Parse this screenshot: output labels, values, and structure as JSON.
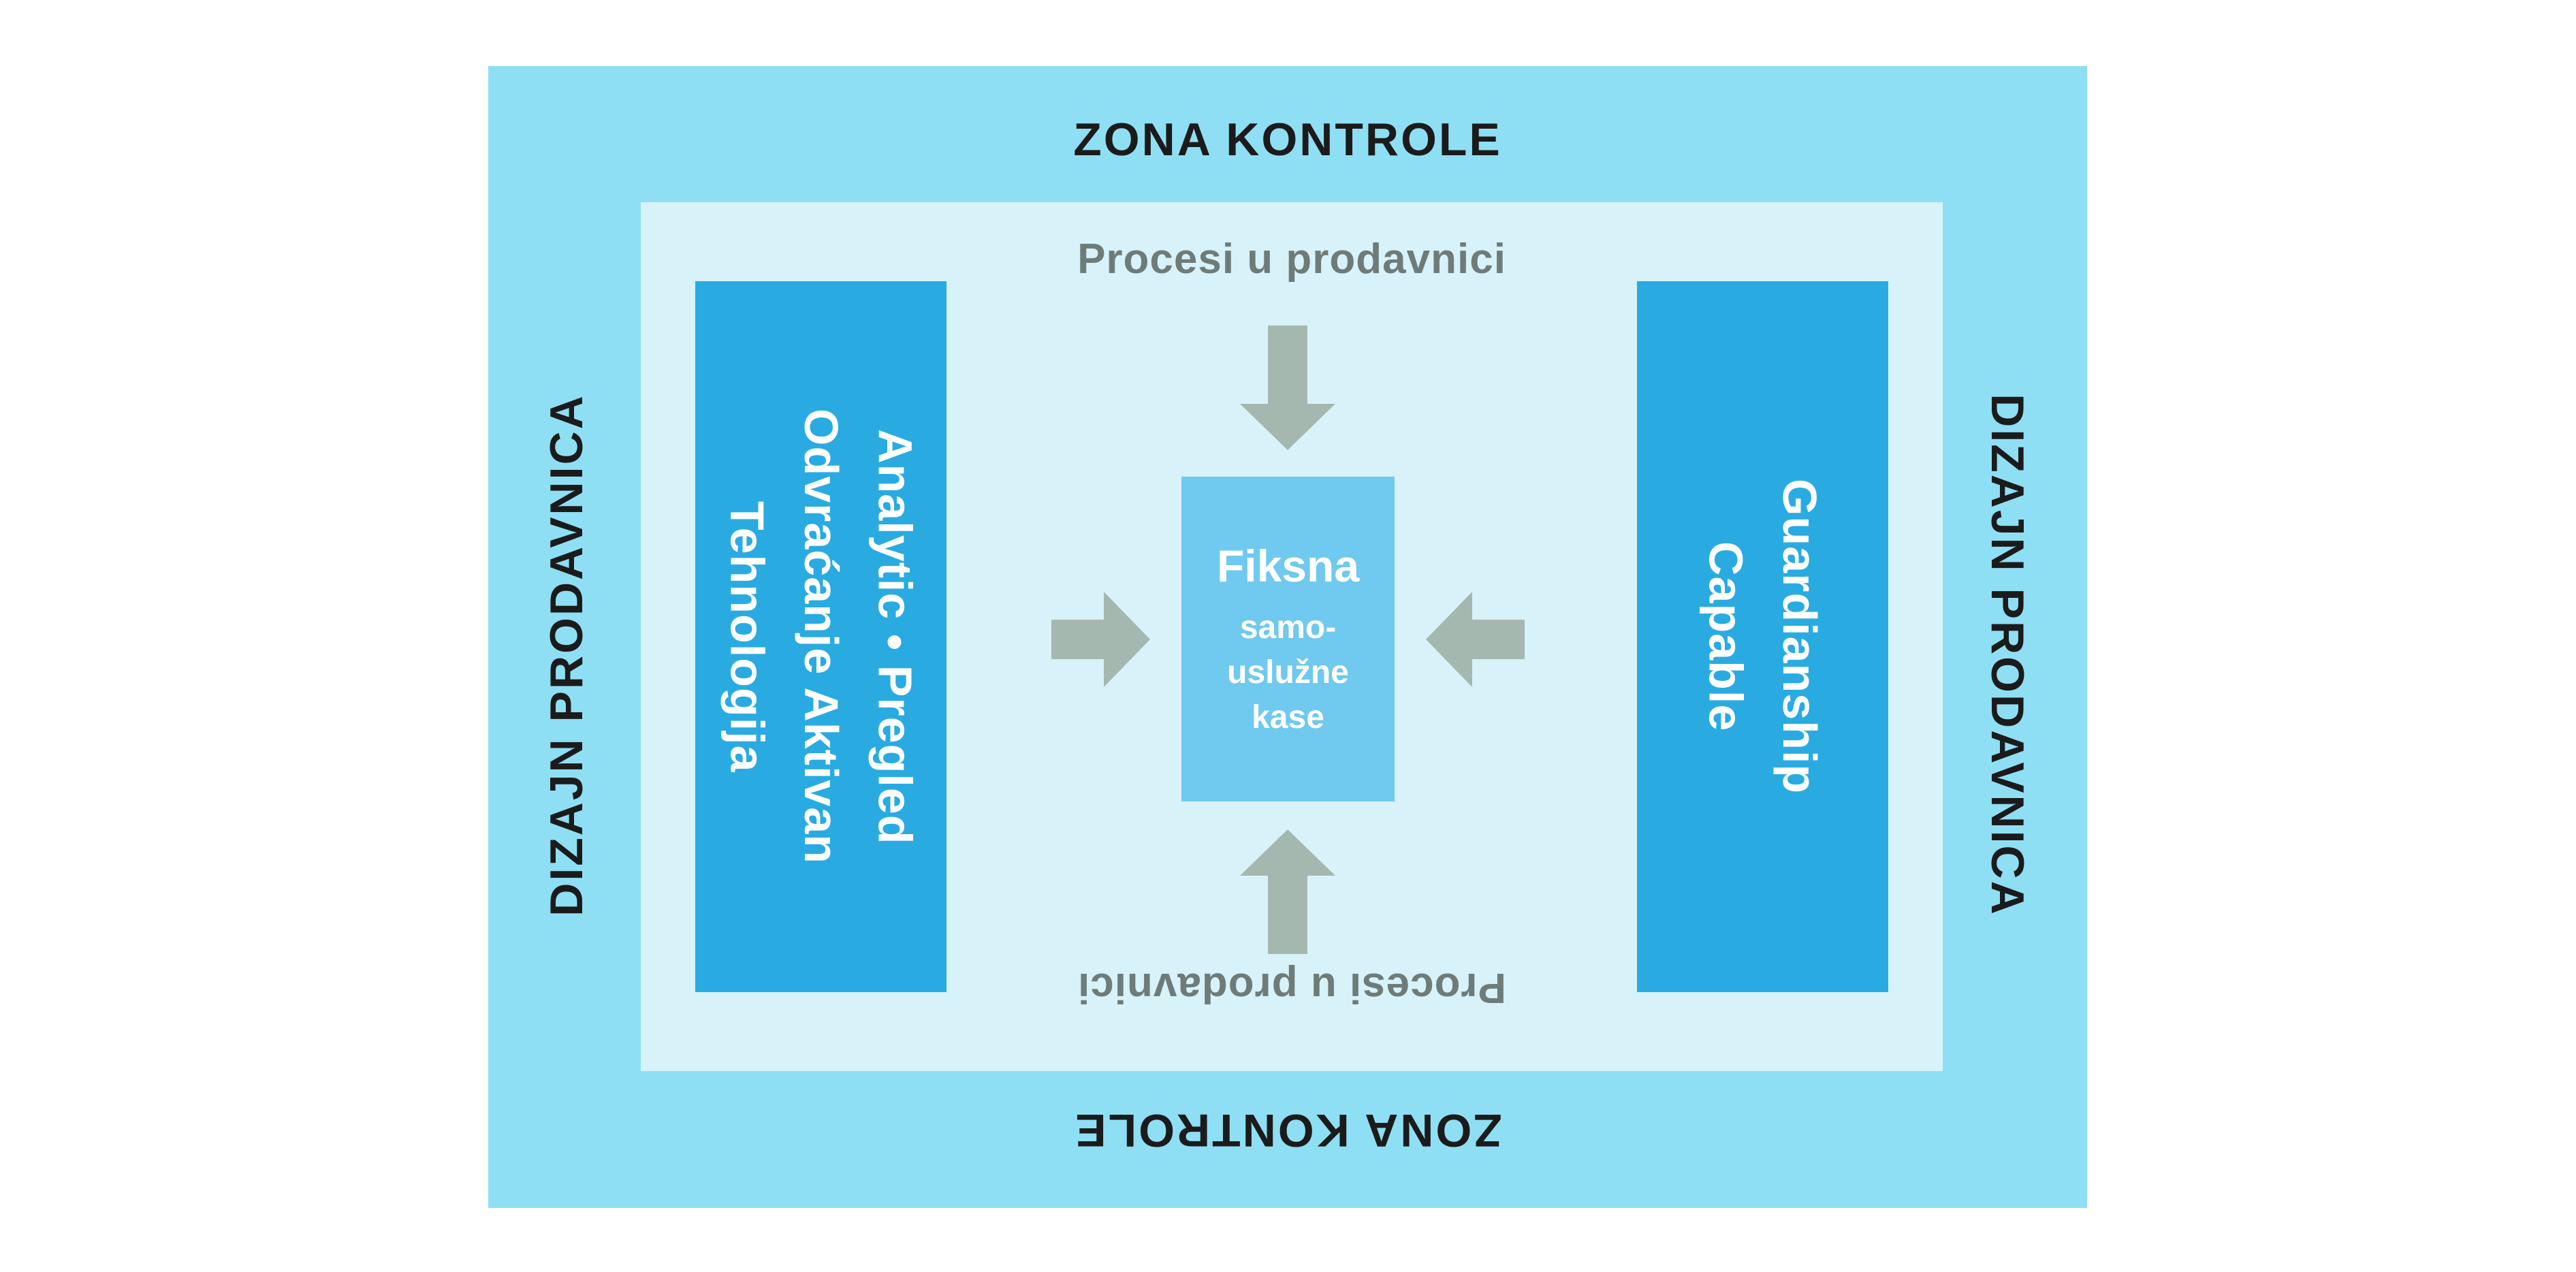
{
  "outer_zone": {
    "top_label": "ZONA KONTROLE",
    "bottom_label": "ZONA KONTROLE",
    "left_label": "DIZAJN PRODAVNICA",
    "right_label": "DIZAJN PRODAVNICA"
  },
  "inner_zone": {
    "top_label": "Procesi u prodavnici",
    "bottom_label": "Procesi u prodavnici"
  },
  "left_box": {
    "line1": "Tehnologija",
    "line2": "Odvraćanje Aktivan",
    "line3": "Analytic • Pregled"
  },
  "right_box": {
    "line1": "Capable",
    "line2": "Guardianship"
  },
  "center_box": {
    "title": "Fiksna",
    "line1": "samo-",
    "line2": "uslužne",
    "line3": "kase"
  },
  "arrows": {
    "top": "down-arrow",
    "bottom": "up-arrow",
    "left": "right-arrow",
    "right": "left-arrow",
    "color": "#A5B8B0"
  },
  "colors": {
    "page_background": "#FFFFFF",
    "outer_zone_fill": "#8FDFF4",
    "inner_zone_fill": "#D8F2F9",
    "side_box_fill": "#29ABE2",
    "center_box_fill": "#70C9EE",
    "arrow_fill": "#A5B8B0",
    "dark_text": "#1B1B1B",
    "gray_text": "#6E7C79",
    "white_text": "#FFFFFF"
  }
}
